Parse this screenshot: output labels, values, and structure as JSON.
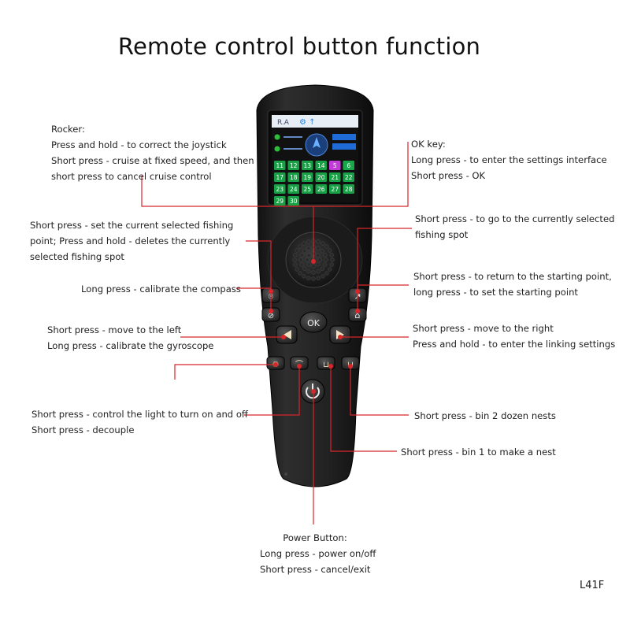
{
  "title": "Remote control button function",
  "model_code": "L41F",
  "accent_color": "#d8262b",
  "screen": {
    "numbers": [
      "11",
      "12",
      "13",
      "14",
      "5",
      "6",
      "17",
      "18",
      "19",
      "20",
      "21",
      "22",
      "23",
      "24",
      "25",
      "26",
      "27",
      "28",
      "29",
      "30"
    ]
  },
  "remote": {
    "ok_label": "OK"
  },
  "callouts": {
    "rocker": {
      "lines": [
        "Rocker:",
        "Press and hold - to correct the joystick",
        "Short press - cruise at fixed speed, and then",
        "short press to cancel cruise control"
      ]
    },
    "ok_key": {
      "lines": [
        "OK key:",
        "Long press - to enter the settings interface",
        "Short press - OK"
      ]
    },
    "fishing_point_left": {
      "lines": [
        "Short press - set the current selected fishing",
        "point; Press and hold - deletes the currently",
        "selected fishing spot"
      ]
    },
    "fishing_spot_right": {
      "lines": [
        "Short press - to go to the currently selected",
        "fishing spot"
      ]
    },
    "compass": {
      "lines": [
        "Long press - calibrate the compass"
      ]
    },
    "home": {
      "lines": [
        "Short press - to return to the starting point,",
        "long press - to set the starting point"
      ]
    },
    "left_arrow": {
      "lines": [
        "Short press - move to the left",
        "Long press - calibrate the gyroscope"
      ]
    },
    "right_arrow": {
      "lines": [
        "Short press - move to the right",
        "Press and hold - to enter the linking settings"
      ]
    },
    "light": {
      "lines": [
        "Short press - control the light to turn on and off",
        "Short press - decouple"
      ]
    },
    "bin2": {
      "lines": [
        "Short press - bin 2 dozen nests"
      ]
    },
    "bin1": {
      "lines": [
        "Short press - bin 1 to make a nest"
      ]
    },
    "power": {
      "lines": [
        "Power Button:",
        "Long press - power on/off",
        "Short press - cancel/exit"
      ]
    }
  }
}
